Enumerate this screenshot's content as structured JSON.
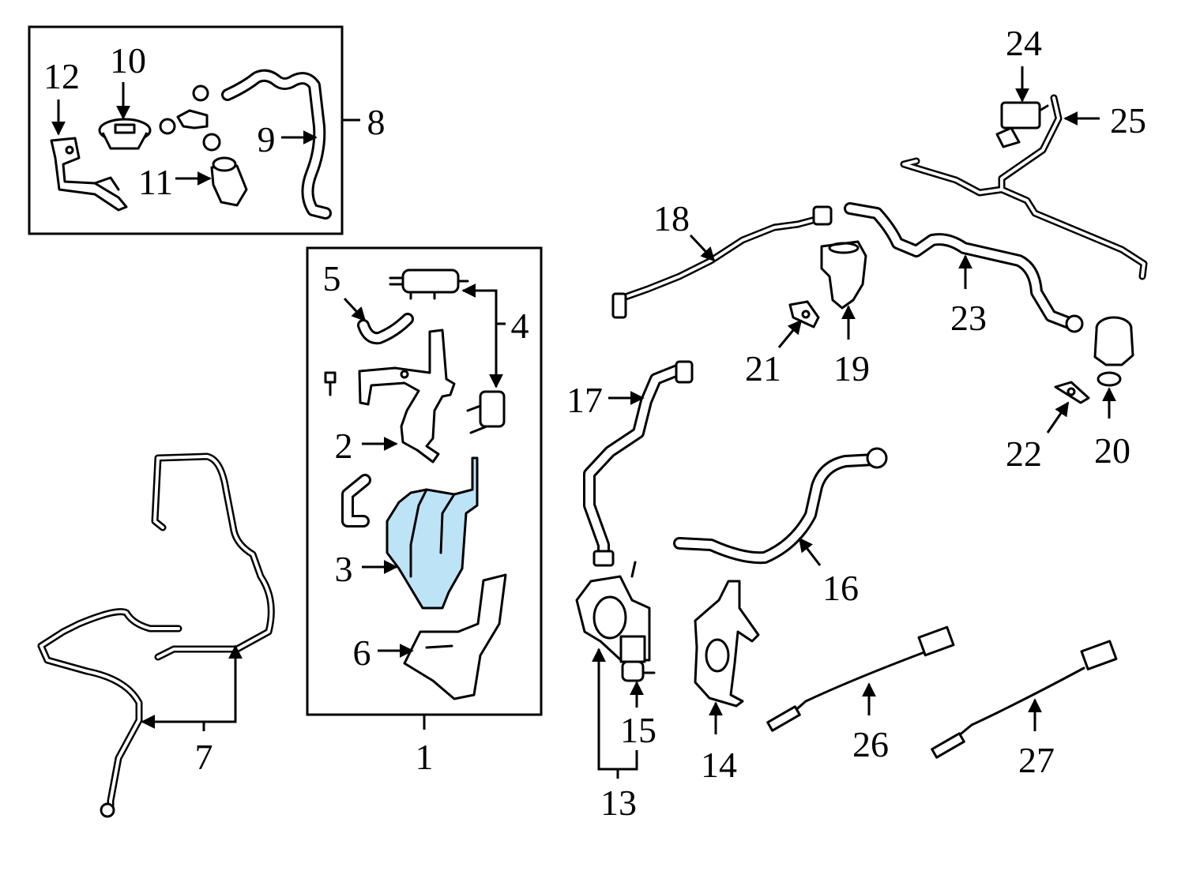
{
  "diagram": {
    "highlight_color": "#bde3f7",
    "callouts": [
      {
        "id": "1",
        "label": "1"
      },
      {
        "id": "2",
        "label": "2"
      },
      {
        "id": "3",
        "label": "3"
      },
      {
        "id": "4",
        "label": "4"
      },
      {
        "id": "5",
        "label": "5"
      },
      {
        "id": "6",
        "label": "6"
      },
      {
        "id": "7",
        "label": "7"
      },
      {
        "id": "8",
        "label": "8"
      },
      {
        "id": "9",
        "label": "9"
      },
      {
        "id": "10",
        "label": "10"
      },
      {
        "id": "11",
        "label": "11"
      },
      {
        "id": "12",
        "label": "12"
      },
      {
        "id": "13",
        "label": "13"
      },
      {
        "id": "14",
        "label": "14"
      },
      {
        "id": "15",
        "label": "15"
      },
      {
        "id": "16",
        "label": "16"
      },
      {
        "id": "17",
        "label": "17"
      },
      {
        "id": "18",
        "label": "18"
      },
      {
        "id": "19",
        "label": "19"
      },
      {
        "id": "20",
        "label": "20"
      },
      {
        "id": "21",
        "label": "21"
      },
      {
        "id": "22",
        "label": "22"
      },
      {
        "id": "23",
        "label": "23"
      },
      {
        "id": "24",
        "label": "24"
      },
      {
        "id": "25",
        "label": "25"
      },
      {
        "id": "26",
        "label": "26"
      },
      {
        "id": "27",
        "label": "27"
      }
    ]
  }
}
